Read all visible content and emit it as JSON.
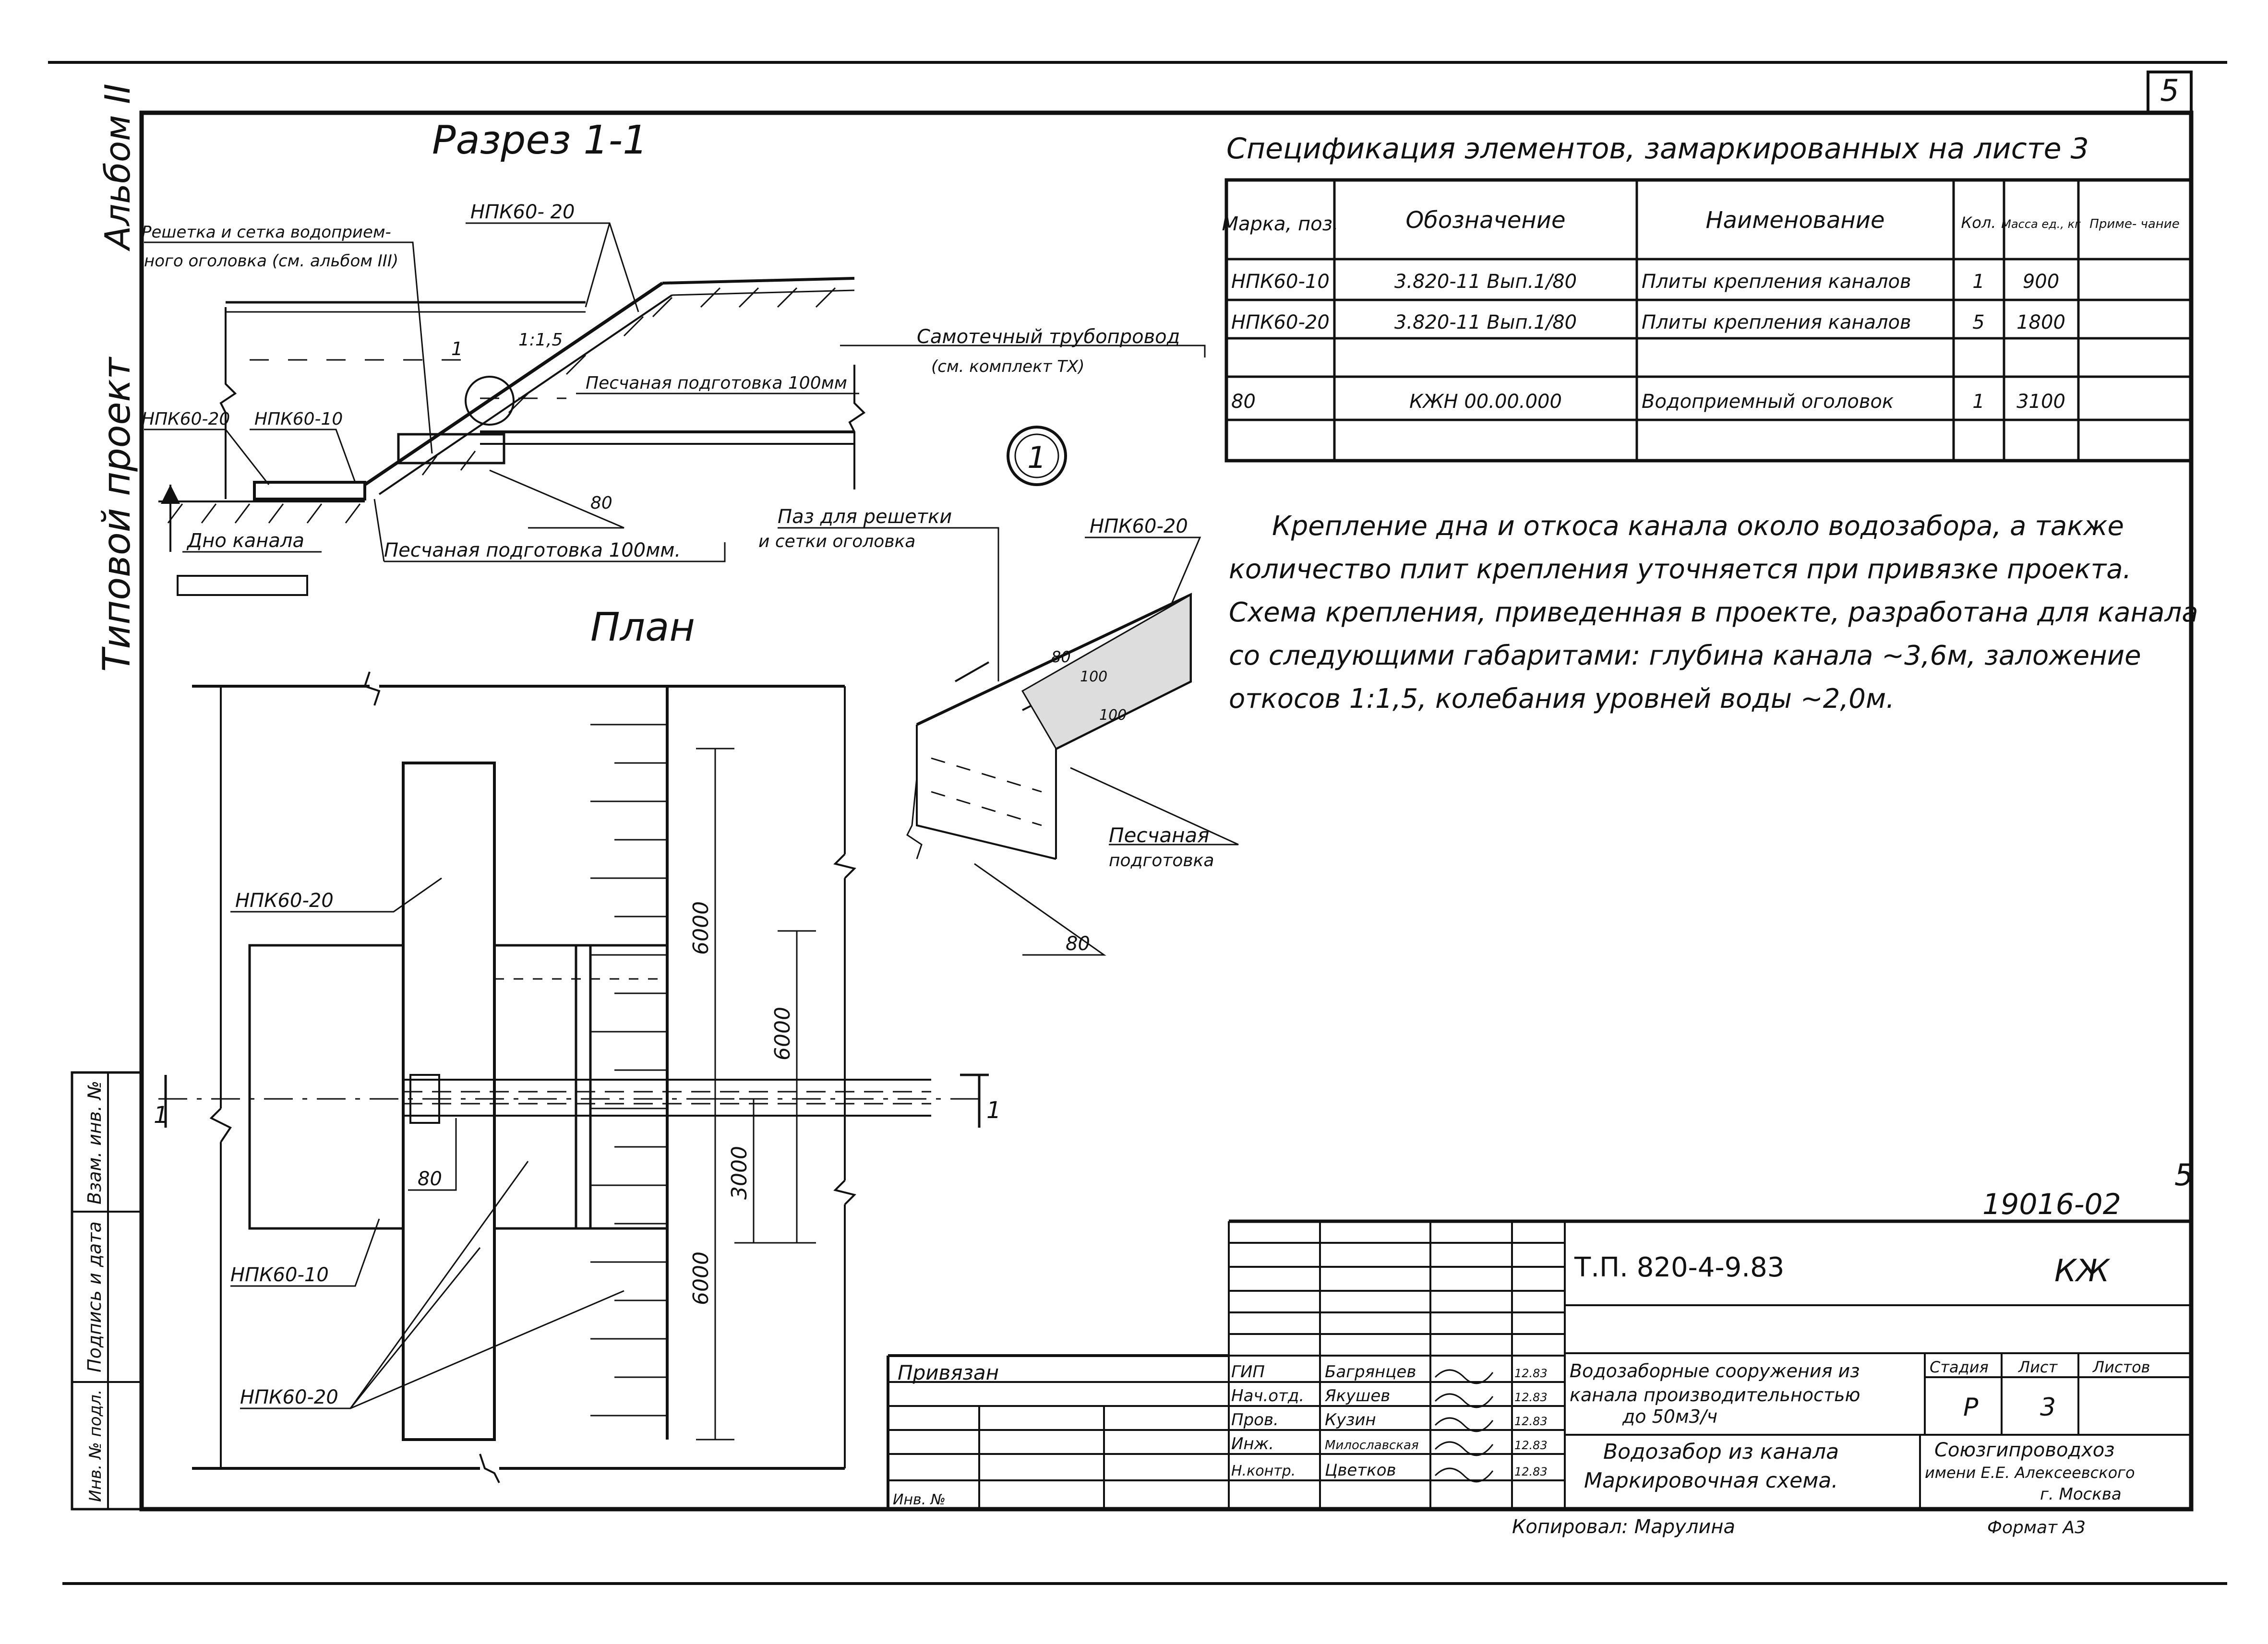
{
  "sheet_no_corner": "5",
  "sheet_no_right": "5",
  "left_margin": {
    "album": "Альбом II",
    "project": "Типовой проект"
  },
  "section": {
    "title": "Разрез 1-1",
    "label_grating": "Решетка и сетка водоприем-",
    "label_grating2": "ного оголовка (см. альбом III)",
    "npk_top": "НПК60- 20",
    "slope": "1:1,5",
    "node": "1",
    "pipe": "Самотечный трубопровод",
    "pipe2": "(см. комплект ТХ)",
    "sand_top": "Песчаная подготовка 100мм",
    "npk_left": "НПК60-20",
    "npk_bottom": "НПК60-10",
    "mark_80": "80",
    "bottom": "Дно канала",
    "sand_bottom": "Песчаная подготовка 100мм."
  },
  "node_detail": {
    "circle": "1",
    "groove": "Паз для решетки",
    "groove2": "и сетки оголовка",
    "npk": "НПК60-20",
    "dim_80": "80",
    "dim_100a": "100",
    "dim_100b": "100",
    "sand": "Песчаная",
    "sand2": "подготовка",
    "mark_80": "80"
  },
  "plan": {
    "title": "План",
    "dim_6000_top": "6000",
    "dim_6000_mid": "6000",
    "dim_3000": "3000",
    "dim_6000_bottom": "6000",
    "npk_20_top": "НПК60-20",
    "npk_10": "НПК60-10",
    "npk_20_bottom": "НПК60-20",
    "mark_80": "80",
    "cut_left": "1",
    "cut_right": "1"
  },
  "spec": {
    "title": "Спецификация элементов, замаркированных на листе 3",
    "headers": [
      "Марка, поз.",
      "Обозначение",
      "Наименование",
      "Кол.",
      "Масса ед., кг",
      "Приме- чание"
    ],
    "rows": [
      [
        "НПК60-10",
        "3.820-11 Вып.1/80",
        "Плиты крепления каналов",
        "1",
        "900",
        ""
      ],
      [
        "НПК60-20",
        "3.820-11 Вып.1/80",
        "Плиты крепления каналов",
        "5",
        "1800",
        ""
      ],
      [
        "",
        "",
        "",
        "",
        "",
        ""
      ],
      [
        "80",
        "КЖН 00.00.000",
        "Водоприемный оголовок",
        "1",
        "3100",
        ""
      ],
      [
        "",
        "",
        "",
        "",
        "",
        ""
      ]
    ]
  },
  "note": [
    "Крепление дна и откоса канала около водозабора, а также",
    "количество плит крепления уточняется при привязке проекта.",
    "Схема крепления, приведенная в проекте, разработана для канала",
    "со следующими габаритами: глубина канала ~3,6м, заложение",
    "откосов 1:1,5, колебания уровней воды ~2,0м."
  ],
  "doc_number": "19016-02",
  "stamp": {
    "code": "Т.П. 820-4-9.83",
    "mark": "КЖ",
    "bound": "Привязан",
    "inv": "Инв. №",
    "roles": [
      "ГИП",
      "Нач.отд.",
      "Пров.",
      "Инж.",
      "Н.контр."
    ],
    "names": [
      "Багрянцев",
      "Якушев",
      "Кузин",
      "Милославская",
      "Цветков"
    ],
    "dates": [
      "12.83",
      "12.83",
      "12.83",
      "12.83",
      "12.83"
    ],
    "title1": "Водозаборные сооружения из",
    "title2": "канала производительностью",
    "title3": "до 50м3/ч",
    "sheet_title1": "Водозабор из канала",
    "sheet_title2": "Маркировочная схема.",
    "stage_h": "Стадия",
    "sheet_h": "Лист",
    "sheets_h": "Листов",
    "stage": "Р",
    "sheet": "3",
    "org1": "Союзгипроводхоз",
    "org2": "имени Е.Е. Алексеевского",
    "org3": "г. Москва"
  },
  "side_stamp": [
    "Взам. инв. №",
    "Подпись и дата",
    "Инв. № подл."
  ],
  "copied": "Копировал: Марулина",
  "format": "Формат А3"
}
